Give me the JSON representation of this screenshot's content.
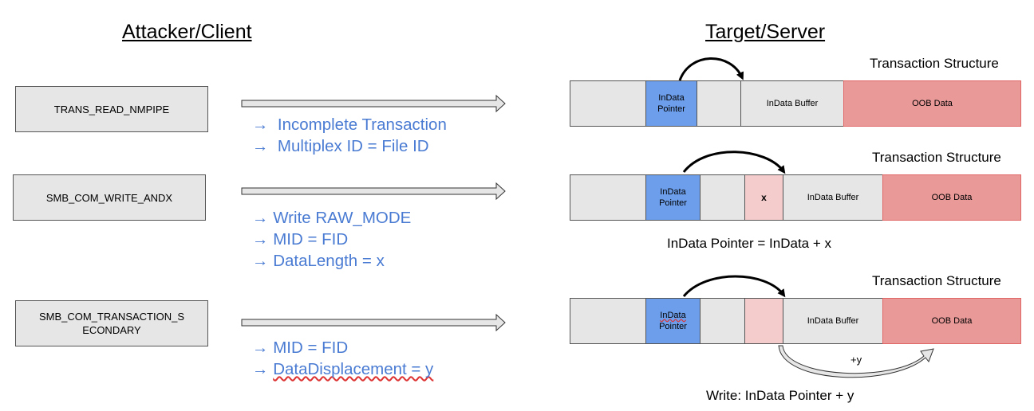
{
  "headings": {
    "left": "Attacker/Client",
    "right": "Target/Server"
  },
  "commands": [
    {
      "line1": "TRANS_READ_NMPIPE",
      "line2": ""
    },
    {
      "line1": "SMB_COM_WRITE_ANDX",
      "line2": ""
    },
    {
      "line1": "SMB_COM_TRANSACTION_S",
      "line2": "ECONDARY"
    }
  ],
  "notes": [
    {
      "arrow": "→",
      "items": [
        "Incomplete Transaction",
        "Multiplex ID = File ID"
      ]
    },
    {
      "arrow": "→",
      "items": [
        "Write RAW_MODE",
        "MID = FID",
        "DataLength = x"
      ]
    },
    {
      "arrow": "→",
      "items": [
        "MID = FID",
        "DataDisplacement = y"
      ]
    }
  ],
  "structures": [
    {
      "label": "Transaction Structure",
      "pointer_line1": "InData",
      "pointer_line2": "Pointer",
      "buffer": "InData Buffer",
      "oob": "OOB Data",
      "x_label": ""
    },
    {
      "label": "Transaction Structure",
      "pointer_line1": "InData",
      "pointer_line2": "Pointer",
      "buffer": "InData Buffer",
      "oob": "OOB Data",
      "x_label": "x"
    },
    {
      "label": "Transaction Structure",
      "pointer_line1": "InData",
      "pointer_line2": "Pointer",
      "buffer": "InData Buffer",
      "oob": "OOB Data",
      "x_label": ""
    }
  ],
  "formulas": {
    "pointer": "InData Pointer = InData + x",
    "write": "Write:   InData Pointer + y",
    "plus_y": "+y"
  },
  "colors": {
    "note_text": "#4a7bd3",
    "pointer": "#6d9eeb",
    "oob": "#ea9999",
    "pink": "#f4cccc",
    "segment": "#e6e6e6"
  }
}
